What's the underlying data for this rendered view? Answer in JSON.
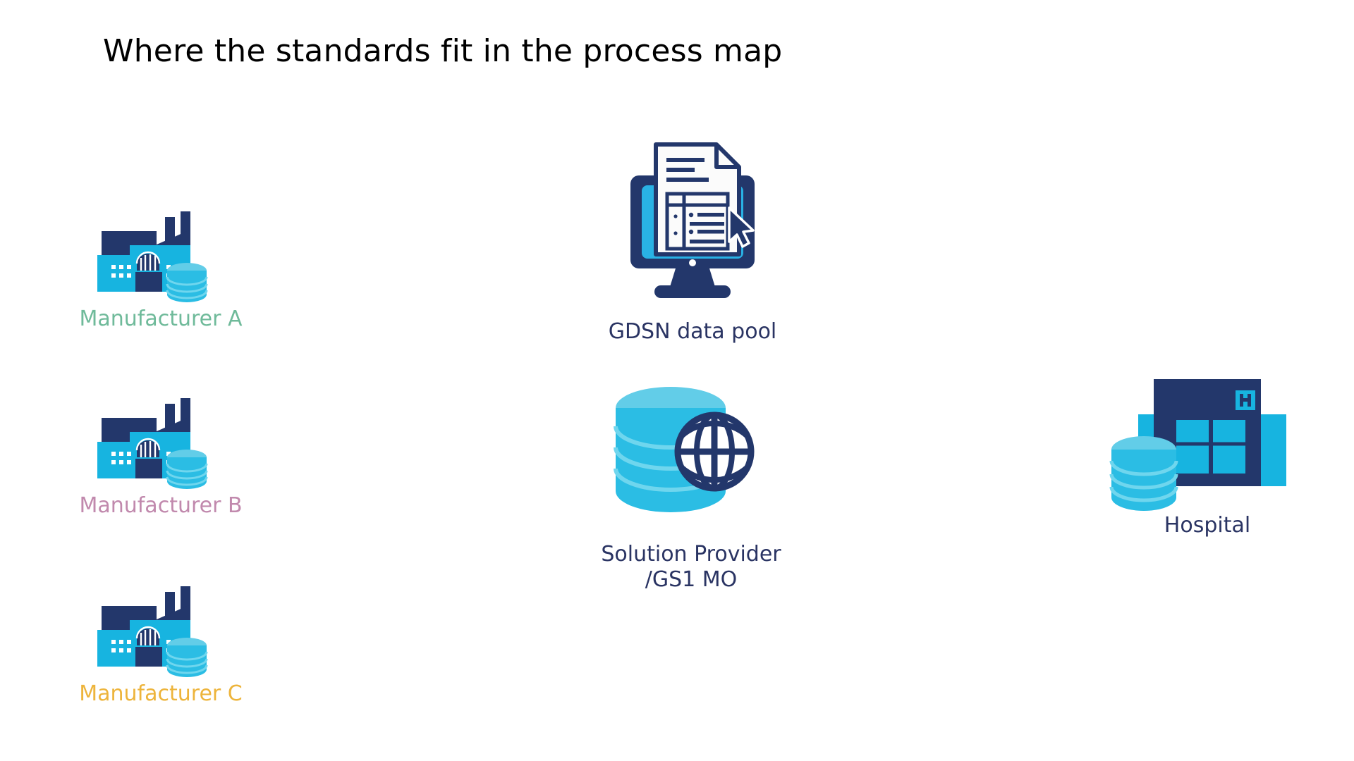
{
  "page": {
    "title": "Where the standards fit in the process map",
    "background_color": "#ffffff",
    "title_color": "#000000"
  },
  "palette": {
    "navy": "#23376b",
    "navy_text": "#2a3463",
    "cyan": "#17b4e0",
    "cyan_light": "#2bbde4",
    "cylinder_top": "#62cde8",
    "white": "#ffffff",
    "green": "#6fba9a",
    "mauve": "#c189ad",
    "amber": "#edb43b"
  },
  "nodes": [
    {
      "id": "manufacturer-a",
      "label": "Manufacturer A",
      "label_color": "#6fba9a",
      "icon": "factory-database-icon",
      "column": "left",
      "row": 1
    },
    {
      "id": "manufacturer-b",
      "label": "Manufacturer B",
      "label_color": "#c189ad",
      "icon": "factory-database-icon",
      "column": "left",
      "row": 2
    },
    {
      "id": "manufacturer-c",
      "label": "Manufacturer C",
      "label_color": "#edb43b",
      "icon": "factory-database-icon",
      "column": "left",
      "row": 3
    },
    {
      "id": "gdsn-data-pool",
      "label": "GDSN data pool",
      "label_color": "#2a3463",
      "icon": "monitor-document-icon",
      "column": "center",
      "row": 1
    },
    {
      "id": "solution-provider",
      "label": "Solution Provider\n/GS1 MO",
      "label_color": "#2a3463",
      "icon": "database-globe-icon",
      "column": "center",
      "row": 2
    },
    {
      "id": "hospital",
      "label": "Hospital",
      "label_color": "#2a3463",
      "icon": "hospital-database-icon",
      "column": "right",
      "row": 1
    }
  ],
  "hospital_sign": {
    "letter": "H"
  }
}
